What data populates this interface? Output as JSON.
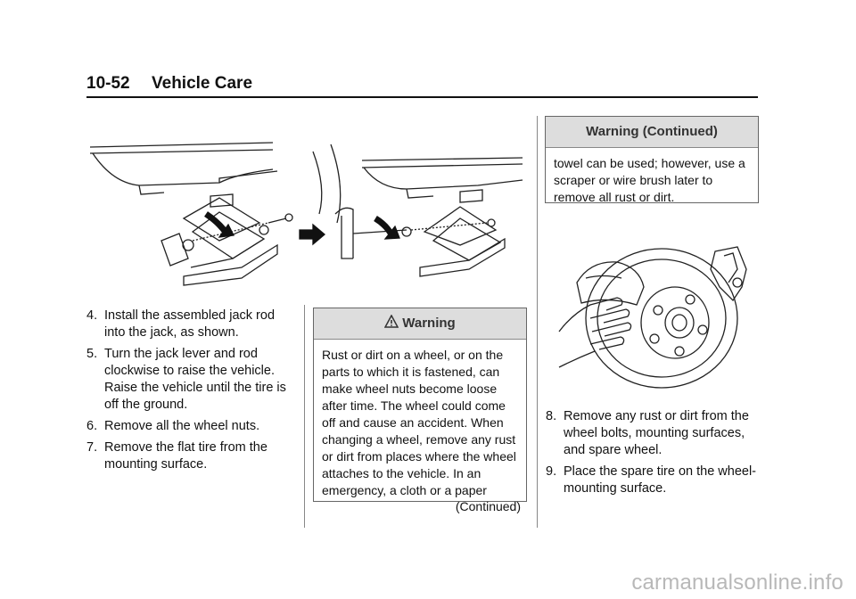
{
  "header": {
    "page_number": "10-52",
    "section_title": "Vehicle Care"
  },
  "left_steps": [
    {
      "number": "4.",
      "text": "Install the assembled jack rod into the jack, as shown."
    },
    {
      "number": "5.",
      "text": "Turn the jack lever and rod clockwise to raise the vehicle. Raise the vehicle until the tire is off the ground."
    },
    {
      "number": "6.",
      "text": "Remove all the wheel nuts."
    },
    {
      "number": "7.",
      "text": "Remove the flat tire from the mounting surface."
    }
  ],
  "warning": {
    "title": "Warning",
    "body": "Rust or dirt on a wheel, or on the parts to which it is fastened, can make wheel nuts become loose after time. The wheel could come off and cause an accident. When changing a wheel, remove any rust or dirt from places where the wheel attaches to the vehicle. In an emergency, a cloth or a paper",
    "continued": "(Continued)"
  },
  "warning_continued": {
    "title": "Warning  (Continued)",
    "body": "towel can be used; however, use a scraper or wire brush later to remove all rust or dirt."
  },
  "right_steps": [
    {
      "number": "8.",
      "text": "Remove any rust or dirt from the wheel bolts, mounting surfaces, and spare wheel."
    },
    {
      "number": "9.",
      "text": "Place the spare tire on the wheel-mounting surface."
    }
  ],
  "watermark": "carmanualsonline.info",
  "colors": {
    "text": "#111111",
    "warning_header_bg": "#dddddd",
    "rule": "#111111",
    "watermark": "#b8b8b8"
  }
}
